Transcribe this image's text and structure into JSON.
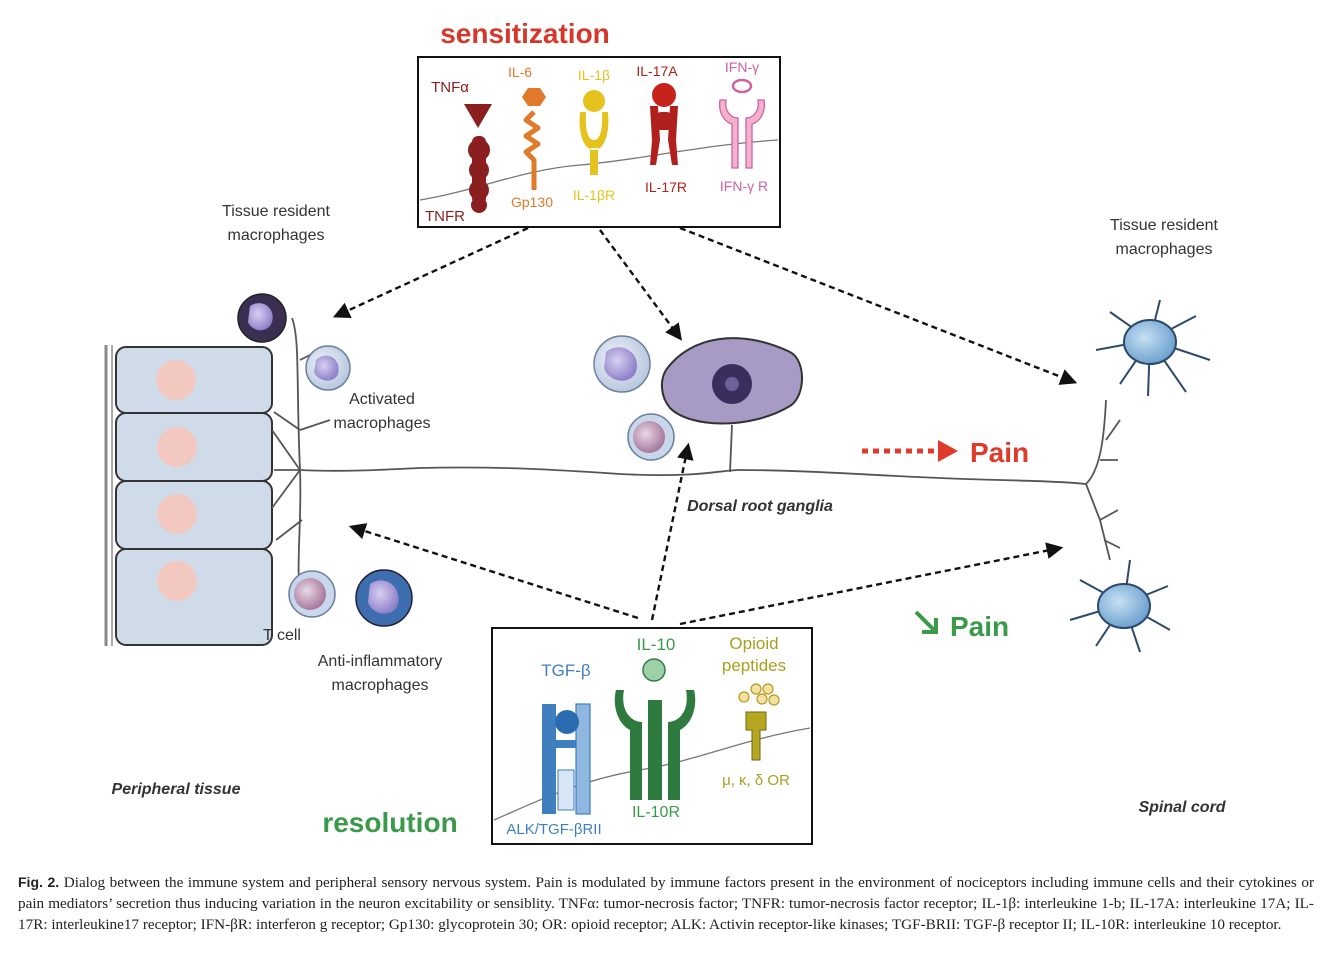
{
  "sensitization": {
    "title": "sensitization",
    "ligands": [
      "TNFα",
      "IL-6",
      "IL-1β",
      "IL-17A",
      "IFN-γ"
    ],
    "receptors": [
      "TNFR",
      "Gp130",
      "IL-1βR",
      "IL-17R",
      "IFN-γ R"
    ]
  },
  "resolution": {
    "title": "resolution",
    "ligands": [
      "TGF-β",
      "IL-10",
      "Opioid",
      "peptides"
    ],
    "receptors": [
      "ALK/TGF-βRII",
      "IL-10R",
      "μ, κ, δ OR"
    ]
  },
  "labels": {
    "tissue_macro_left_1": "Tissue resident",
    "tissue_macro_left_2": "macrophages",
    "tissue_macro_right_1": "Tissue resident",
    "tissue_macro_right_2": "macrophages",
    "activated_1": "Activated",
    "activated_2": "macrophages",
    "drg": "Dorsal root ganglia",
    "tcell": "T cell",
    "anti_1": "Anti-inflammatory",
    "anti_2": "macrophages",
    "peripheral": "Peripheral tissue",
    "spinal": "Spinal cord",
    "pain_up": "Pain",
    "pain_down": "Pain"
  },
  "colors": {
    "sensitization": "#d7372b",
    "resolution": "#3a9a4a",
    "tnf": "#8b1e1e",
    "il6": "#e07a2a",
    "il1": "#e6c21f",
    "il17": "#b0201c",
    "ifn": "#d0609e",
    "tgf": "#3f7fc0",
    "il10": "#2f7a3e",
    "opioid": "#a8a020"
  },
  "caption": {
    "label": "Fig. 2.",
    "text": "Dialog between the immune system and peripheral sensory nervous system. Pain is modulated by immune factors present in the environment of nociceptors including immune cells and their cytokines or pain mediators’ secretion thus inducing variation in the neuron excitability or sensiblity. TNFα: tumor-necrosis factor; TNFR: tumor-necrosis factor receptor; IL-1β: interleukine 1-b; IL-17A: interleukine 17A; IL-17R: interleukine17 receptor; IFN-βR: interferon g receptor; Gp130: glycoprotein 30; OR: opioid receptor; ALK: Activin receptor-like kinases; TGF-BRII: TGF-β receptor II; IL-10R: interleukine 10 receptor."
  }
}
